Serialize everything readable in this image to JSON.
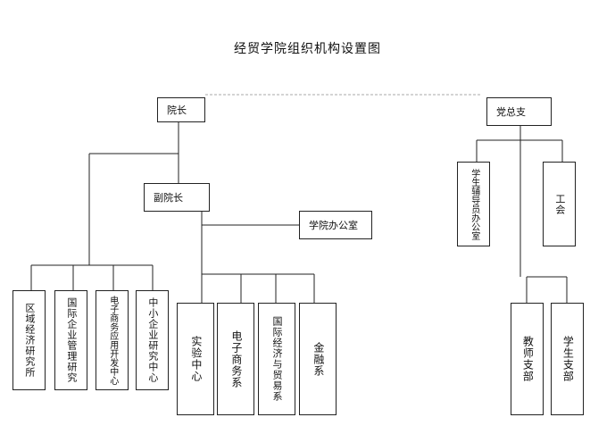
{
  "title": "经贸学院组织机构设置图",
  "nodes": {
    "dean": "院长",
    "vice_dean": "副院长",
    "office": "学院办公室",
    "party": "党总支",
    "counselor_office": "学生辅导员办公室",
    "union": "工会",
    "institutes": [
      "区域经济研究所",
      "国际企业管理研究",
      "电子商务应用开发中心",
      "中小企业研究中心"
    ],
    "departments": [
      "实验中心",
      "电子商务系",
      "国际经济与贸易系",
      "金融系"
    ],
    "branches": [
      "教师支部",
      "学生支部"
    ]
  }
}
